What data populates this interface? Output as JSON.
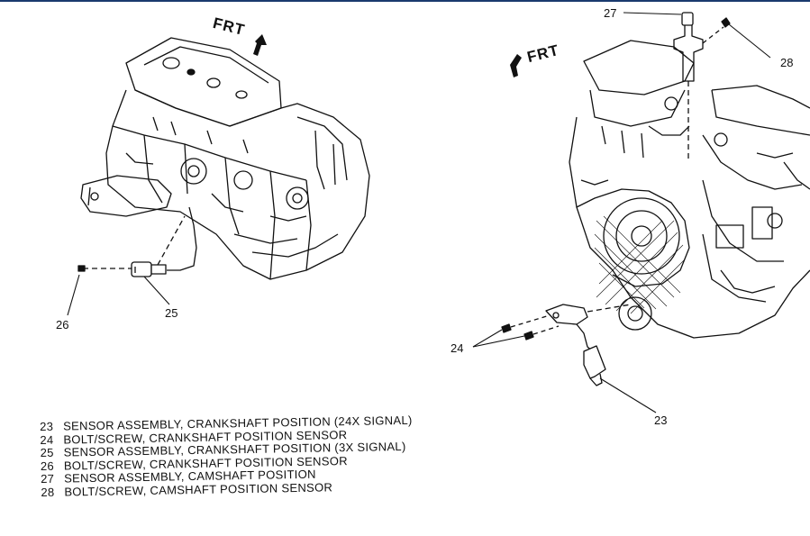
{
  "header_rule_color": "#1a3a6e",
  "front_markers": {
    "left": "FRT",
    "right": "FRT"
  },
  "callouts": {
    "c23": "23",
    "c24": "24",
    "c25": "25",
    "c26": "26",
    "c27": "27",
    "c28": "28"
  },
  "legend": [
    {
      "num": "23",
      "text": "SENSOR ASSEMBLY, CRANKSHAFT POSITION (24X SIGNAL)"
    },
    {
      "num": "24",
      "text": "BOLT/SCREW, CRANKSHAFT POSITION SENSOR"
    },
    {
      "num": "25",
      "text": "SENSOR ASSEMBLY, CRANKSHAFT POSITION (3X SIGNAL)"
    },
    {
      "num": "26",
      "text": "BOLT/SCREW, CRANKSHAFT POSITION SENSOR"
    },
    {
      "num": "27",
      "text": "SENSOR ASSEMBLY, CAMSHAFT POSITION"
    },
    {
      "num": "28",
      "text": "BOLT/SCREW, CAMSHAFT POSITION SENSOR"
    }
  ]
}
